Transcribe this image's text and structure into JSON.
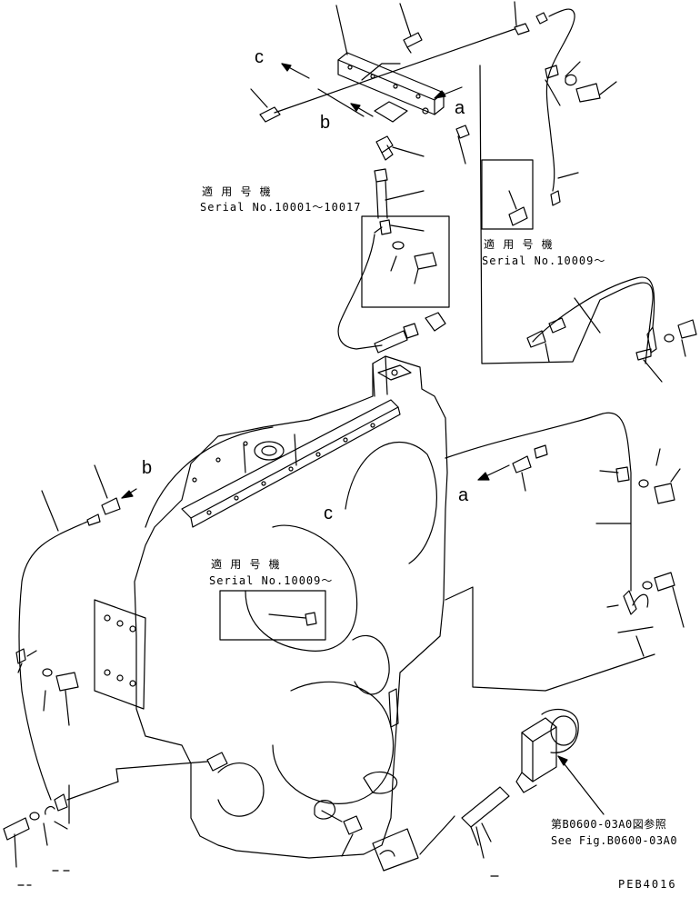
{
  "callouts": {
    "a_top": "a",
    "b_top": "b",
    "c_top": "c",
    "b_left": "b",
    "c_center": "c",
    "a_right": "a"
  },
  "notes": {
    "serial_1_jp": "適 用 号 機",
    "serial_1_en": "Serial No.10001〜10017",
    "serial_2_jp": "適 用 号 機",
    "serial_2_en": "Serial No.10009〜",
    "serial_3_jp": "適 用 号 機",
    "serial_3_en": "Serial No.10009〜",
    "ref_jp": "第B0600-03A0図参照",
    "ref_en": "See Fig.B0600-03A0"
  },
  "drawing_code": "PEB4016",
  "colors": {
    "line": "#000000",
    "background": "#ffffff"
  }
}
